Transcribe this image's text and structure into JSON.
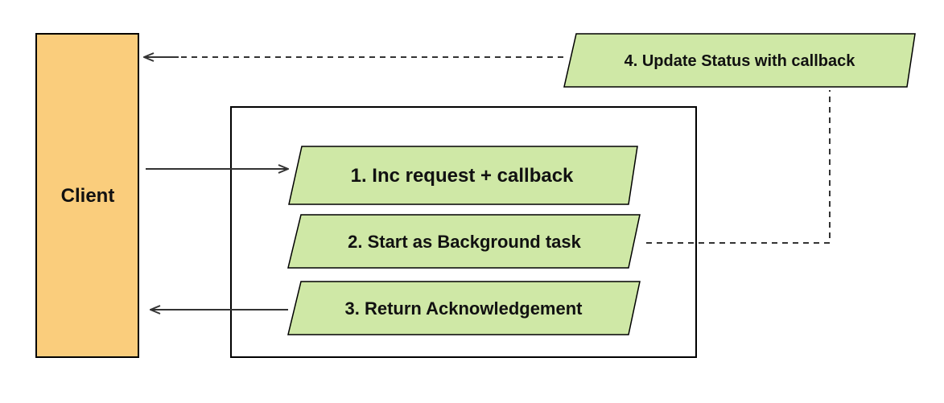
{
  "diagram": {
    "client_label": "Client",
    "steps": [
      {
        "label": "1. Inc request + callback"
      },
      {
        "label": "2. Start as Background task"
      },
      {
        "label": "3. Return Acknowledgement"
      },
      {
        "label": "4. Update Status with callback"
      }
    ]
  },
  "colors": {
    "client_fill": "#FACD7C",
    "step_fill": "#CFE8A6",
    "stroke": "#000000",
    "edge": "#333333"
  }
}
